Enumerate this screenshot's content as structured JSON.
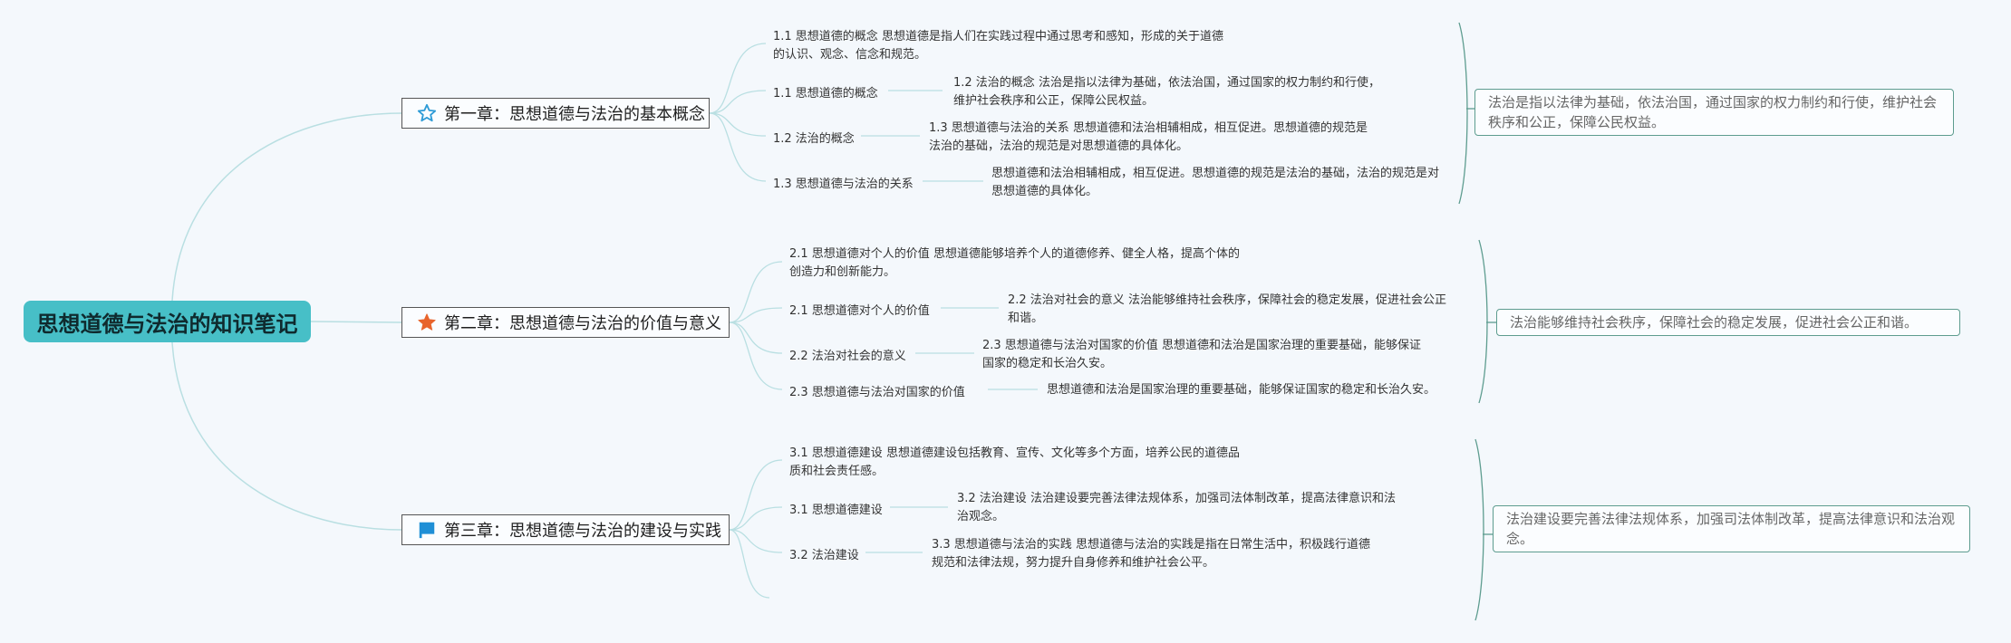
{
  "root": {
    "title": "思想道德与法治的知识笔记"
  },
  "chapters": [
    {
      "title": "第一章：思想道德与法治的基本概念",
      "icon": "star-outline-icon",
      "icon_color": "#2e9bd6",
      "notes": [
        "1.1 思想道德的概念 思想道德是指人们在实践过程中通过思考和感知，形成的关于道德的认识、观念、信念和规范。",
        "1.2 法治的概念 法治是指以法律为基础，依法治国，通过国家的权力制约和行使，维护社会秩序和公正，保障公民权益。",
        "1.3 思想道德与法治的关系 思想道德和法治相辅相成，相互促进。思想道德的规范是法治的基础，法治的规范是对思想道德的具体化。",
        "思想道德和法治相辅相成，相互促进。思想道德的规范是法治的基础，法治的规范是对思想道德的具体化。"
      ],
      "labels": [
        "1.1 思想道德的概念",
        "1.2 法治的概念",
        "1.3 思想道德与法治的关系"
      ],
      "summary": "法治是指以法律为基础，依法治国，通过国家的权力制约和行使，维护社会秩序和公正，保障公民权益。"
    },
    {
      "title": "第二章：思想道德与法治的价值与意义",
      "icon": "star-filled-icon",
      "icon_color": "#e8642c",
      "notes": [
        "2.1 思想道德对个人的价值 思想道德能够培养个人的道德修养、健全人格，提高个体的创造力和创新能力。",
        "2.2 法治对社会的意义 法治能够维持社会秩序，保障社会的稳定发展，促进社会公正和谐。",
        "2.3 思想道德与法治对国家的价值 思想道德和法治是国家治理的重要基础，能够保证国家的稳定和长治久安。",
        "思想道德和法治是国家治理的重要基础，能够保证国家的稳定和长治久安。"
      ],
      "labels": [
        "2.1 思想道德对个人的价值",
        "2.2 法治对社会的意义",
        "2.3 思想道德与法治对国家的价值"
      ],
      "summary": "法治能够维持社会秩序，保障社会的稳定发展，促进社会公正和谐。"
    },
    {
      "title": "第三章：思想道德与法治的建设与实践",
      "icon": "flag-icon",
      "icon_color": "#1f8fd6",
      "notes": [
        "3.1 思想道德建设 思想道德建设包括教育、宣传、文化等多个方面，培养公民的道德品质和社会责任感。",
        "3.2 法治建设 法治建设要完善法律法规体系，加强司法体制改革，提高法律意识和法治观念。",
        "3.3 思想道德与法治的实践 思想道德与法治的实践是指在日常生活中，积极践行道德规范和法律法规，努力提升自身修养和维护社会公平。"
      ],
      "labels": [
        "3.1 思想道德建设",
        "3.2 法治建设"
      ],
      "summary": "法治建设要完善法律法规体系，加强司法体制改革，提高法律意识和法治观念。"
    }
  ],
  "colors": {
    "branch": "#b9dfe2",
    "bracket": "#5d9c8f",
    "root": "#47bfc7"
  }
}
